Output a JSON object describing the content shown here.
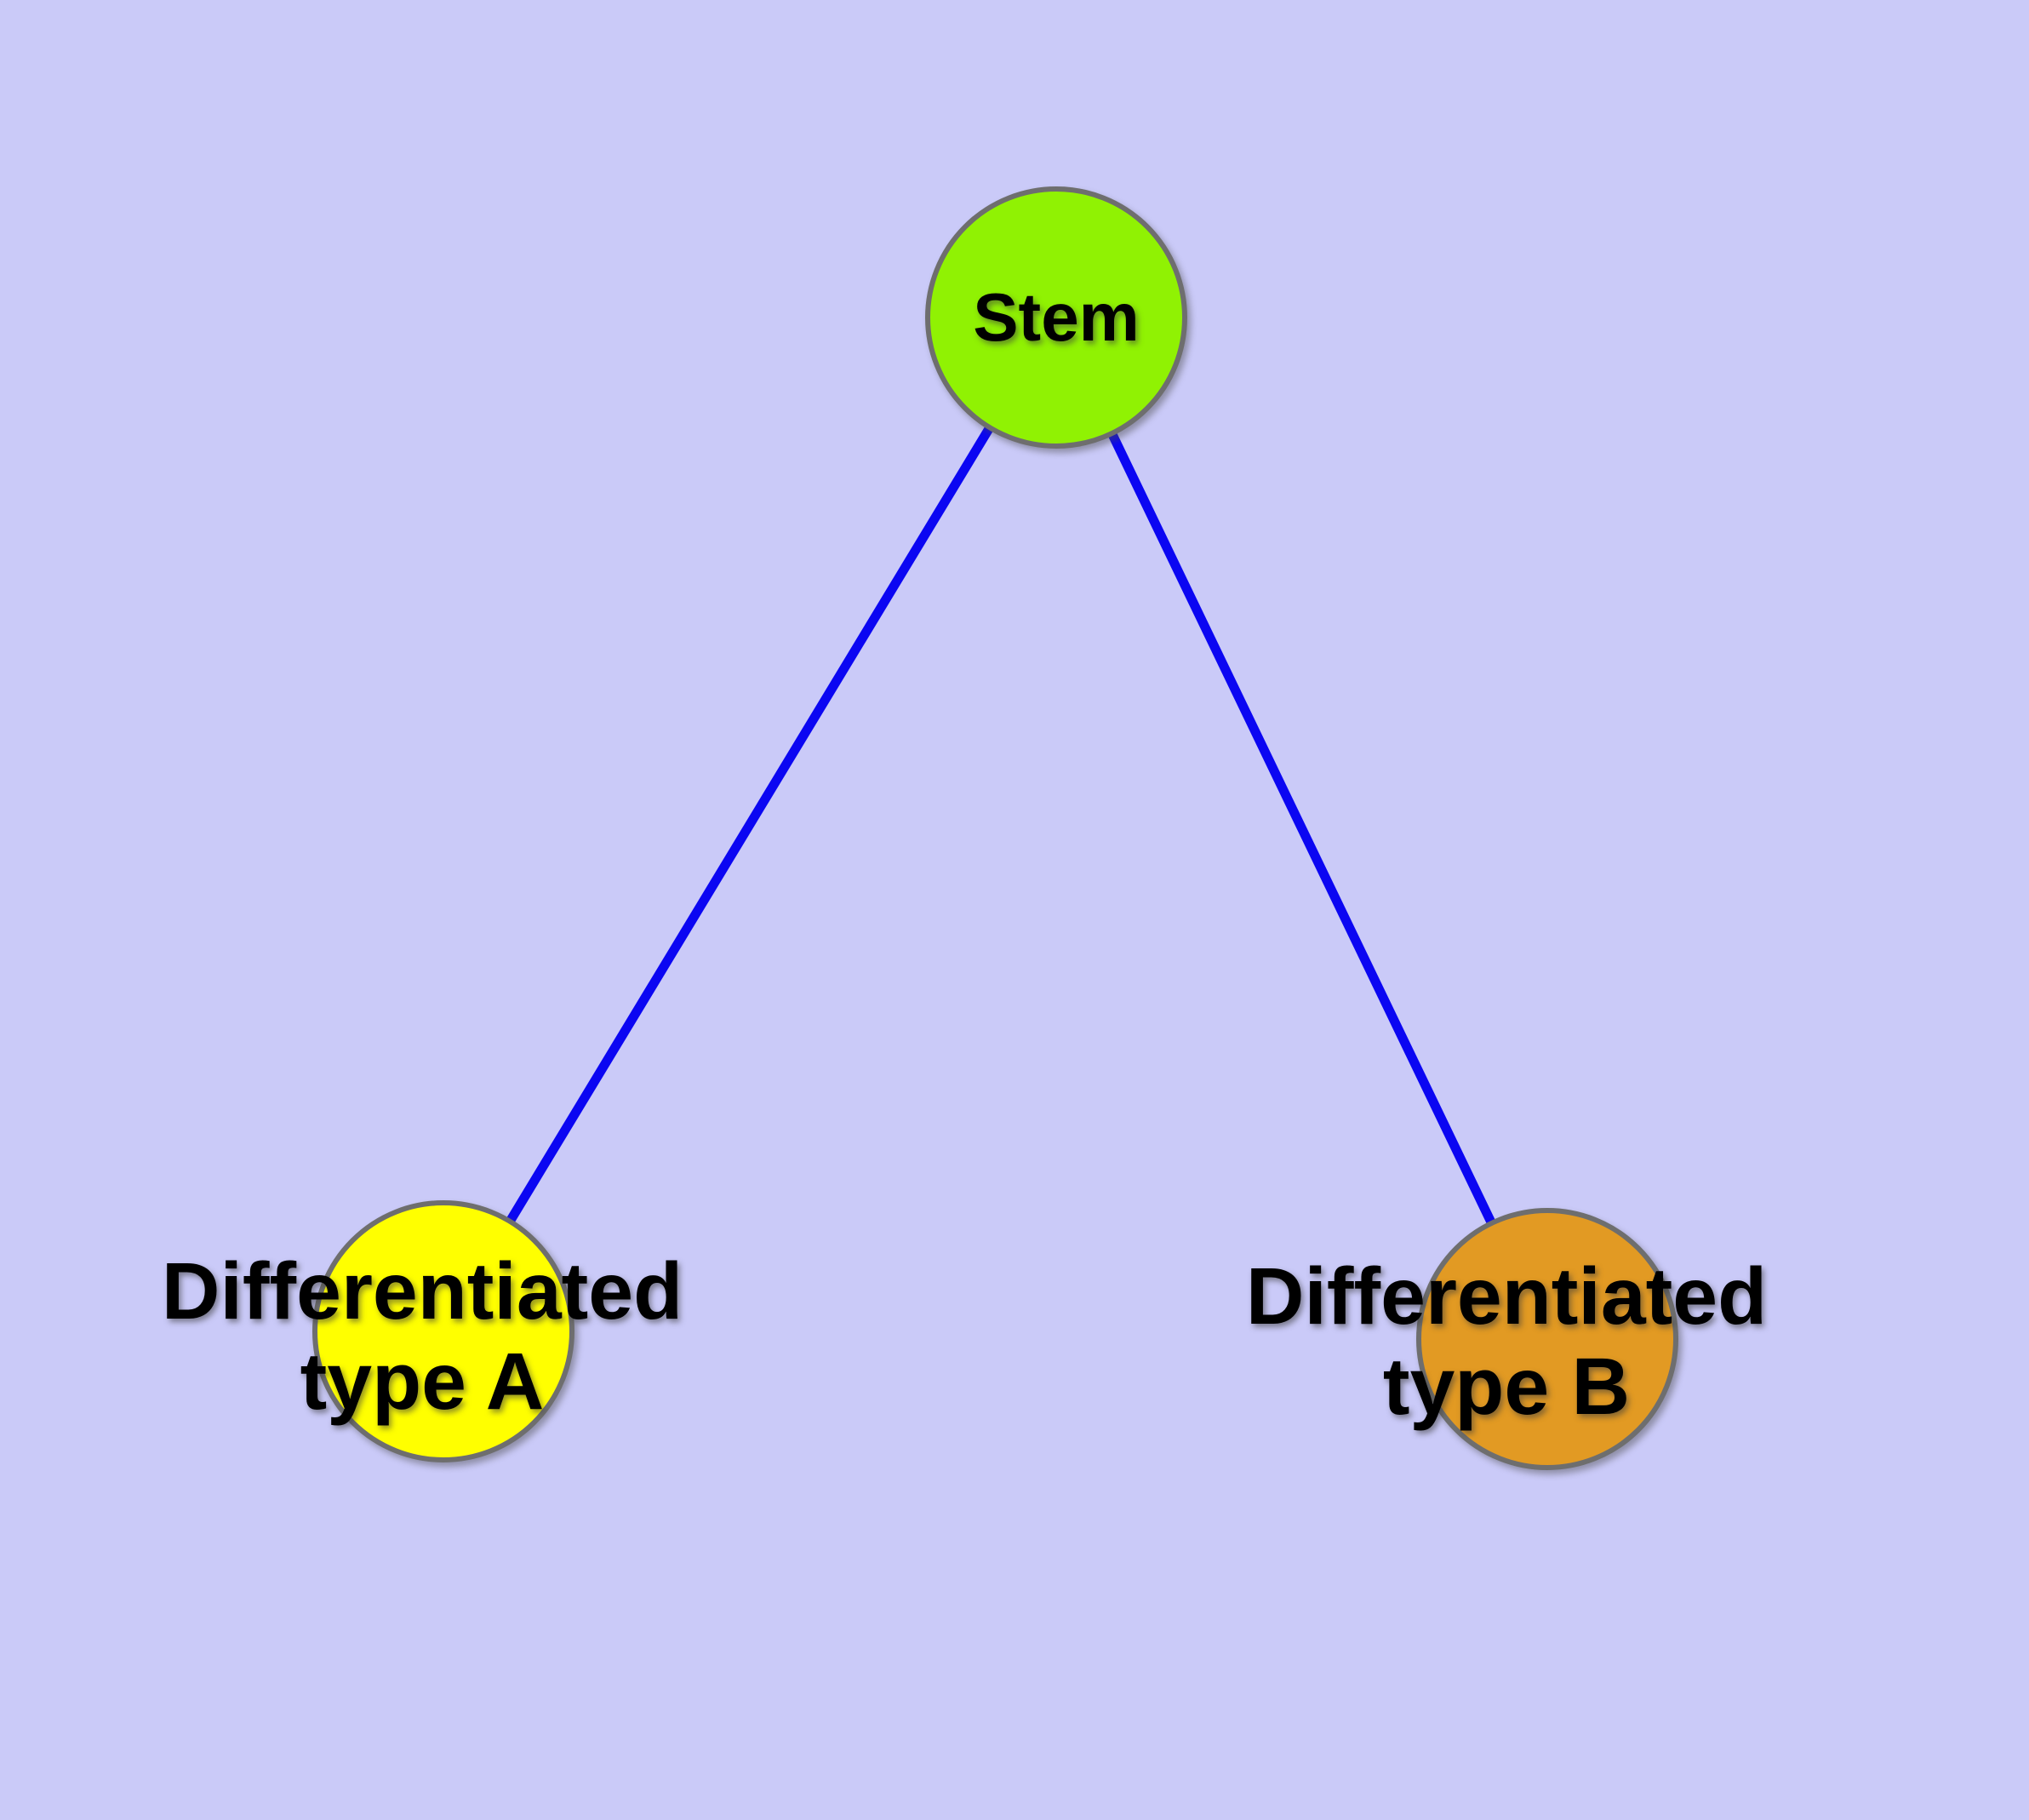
{
  "diagram": {
    "background_color": "#cacaf8",
    "edge_color": "#0b06f2",
    "node_border_color": "#6e6e6e",
    "nodes": [
      {
        "id": "stem",
        "label": "Stem",
        "fill": "#90f203"
      },
      {
        "id": "differentiated-type-a",
        "label_line1": "Differentiated",
        "label_line2": "type A",
        "fill": "#ffff00"
      },
      {
        "id": "differentiated-type-b",
        "label_line1": "Differentiated",
        "label_line2": "type B",
        "fill": "#e29a23"
      }
    ],
    "edges": [
      {
        "from": "Stem",
        "to": "Differentiated type A"
      },
      {
        "from": "Stem",
        "to": "Differentiated type B"
      }
    ]
  }
}
